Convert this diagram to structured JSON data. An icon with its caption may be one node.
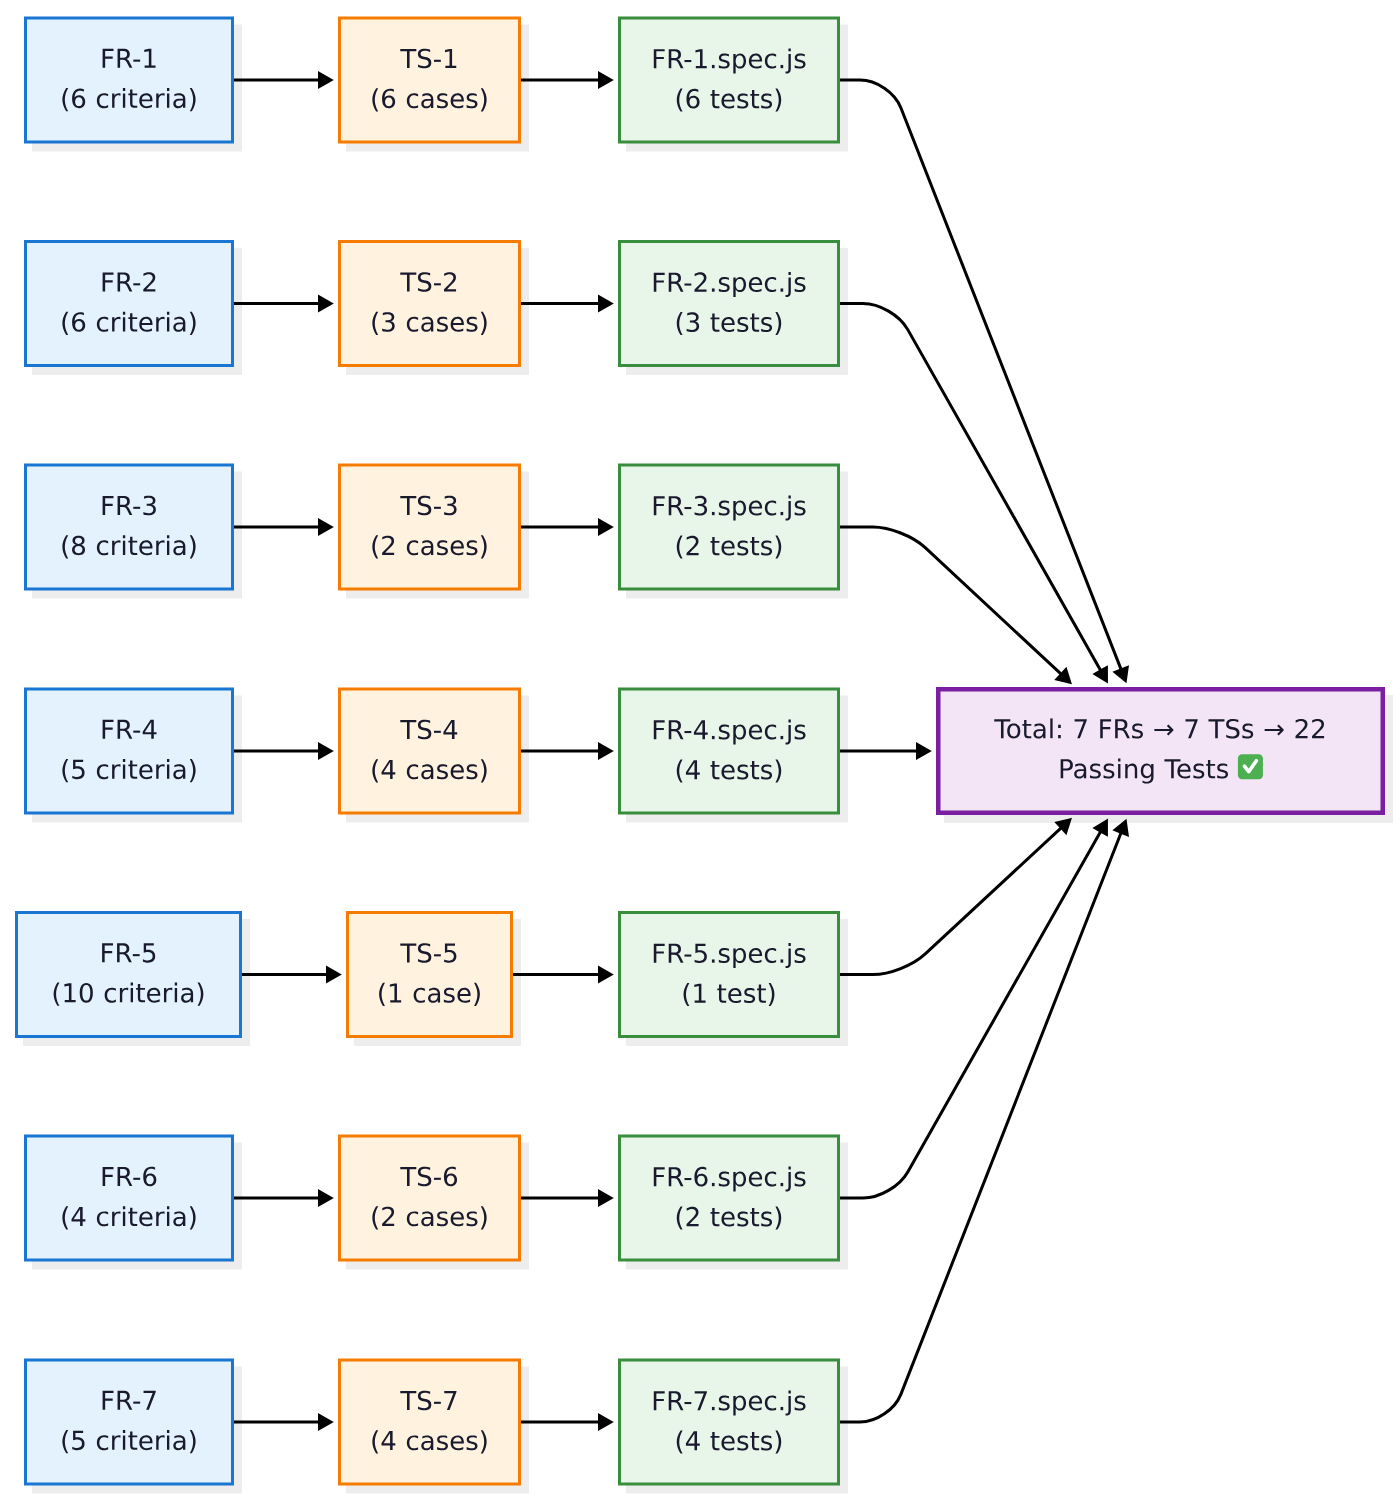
{
  "diagram": {
    "nodes": [
      {
        "text": [
          "FR-1 (6 criteria)"
        ]
      },
      {
        "text": [
          "TS-1 (6 cases)"
        ]
      },
      {
        "text": [
          "FR-1.spec.js (6 tests)"
        ]
      },
      {
        "text": [
          "FR-2 (6 criteria)"
        ]
      },
      {
        "text": [
          "TS-2 (3 cases)"
        ]
      },
      {
        "text": [
          "FR-2.spec.js (3 tests)"
        ]
      },
      {
        "text": [
          "FR-3 (8 criteria)"
        ]
      },
      {
        "text": [
          "TS-3 (2 cases)"
        ]
      },
      {
        "text": [
          "FR-3.spec.js (2 tests)"
        ]
      },
      {
        "text": [
          "FR-4 (5 criteria)"
        ]
      },
      {
        "text": [
          "TS-4 (4 cases)"
        ]
      },
      {
        "text": [
          "FR-4.spec.js (4 tests)"
        ]
      },
      {
        "text": [
          "FR-5 (10 criteria)"
        ]
      },
      {
        "text": [
          "TS-5 (1 case)"
        ]
      },
      {
        "text": [
          "FR-5.spec.js (1 test)"
        ]
      },
      {
        "text": [
          "FR-6 (4 criteria)"
        ]
      },
      {
        "text": [
          "TS-6 (2 cases)"
        ]
      },
      {
        "text": [
          "FR-6.spec.js (2 tests)"
        ]
      },
      {
        "text": [
          "FR-7 (5 criteria)"
        ]
      },
      {
        "text": [
          "TS-7 (4 cases)"
        ]
      },
      {
        "text": [
          "FR-7.spec.js (4 tests)"
        ]
      },
      {
        "text": [
          "Total: 7 FRs → 7 TSs → 22 Passing Tests"
        ]
      }
    ],
    "edges": [
      {
        "from": 0,
        "to": 1,
        "arrow": "to"
      },
      {
        "from": 1,
        "to": 2,
        "arrow": "to"
      },
      {
        "from": 2,
        "to": 21,
        "arrow": "to"
      },
      {
        "from": 3,
        "to": 4,
        "arrow": "to"
      },
      {
        "from": 4,
        "to": 5,
        "arrow": "to"
      },
      {
        "from": 5,
        "to": 21,
        "arrow": "to"
      },
      {
        "from": 6,
        "to": 7,
        "arrow": "to"
      },
      {
        "from": 7,
        "to": 8,
        "arrow": "to"
      },
      {
        "from": 8,
        "to": 21,
        "arrow": "to"
      },
      {
        "from": 9,
        "to": 10,
        "arrow": "to"
      },
      {
        "from": 10,
        "to": 11,
        "arrow": "to"
      },
      {
        "from": 11,
        "to": 21,
        "arrow": "to"
      },
      {
        "from": 12,
        "to": 13,
        "arrow": "to"
      },
      {
        "from": 13,
        "to": 14,
        "arrow": "to"
      },
      {
        "from": 14,
        "to": 21,
        "arrow": "to"
      },
      {
        "from": 15,
        "to": 16,
        "arrow": "to"
      },
      {
        "from": 16,
        "to": 17,
        "arrow": "to"
      },
      {
        "from": 17,
        "to": 21,
        "arrow": "to"
      },
      {
        "from": 18,
        "to": 19,
        "arrow": "to"
      },
      {
        "from": 19,
        "to": 20,
        "arrow": "to"
      },
      {
        "from": 20,
        "to": 21,
        "arrow": "to"
      }
    ]
  }
}
